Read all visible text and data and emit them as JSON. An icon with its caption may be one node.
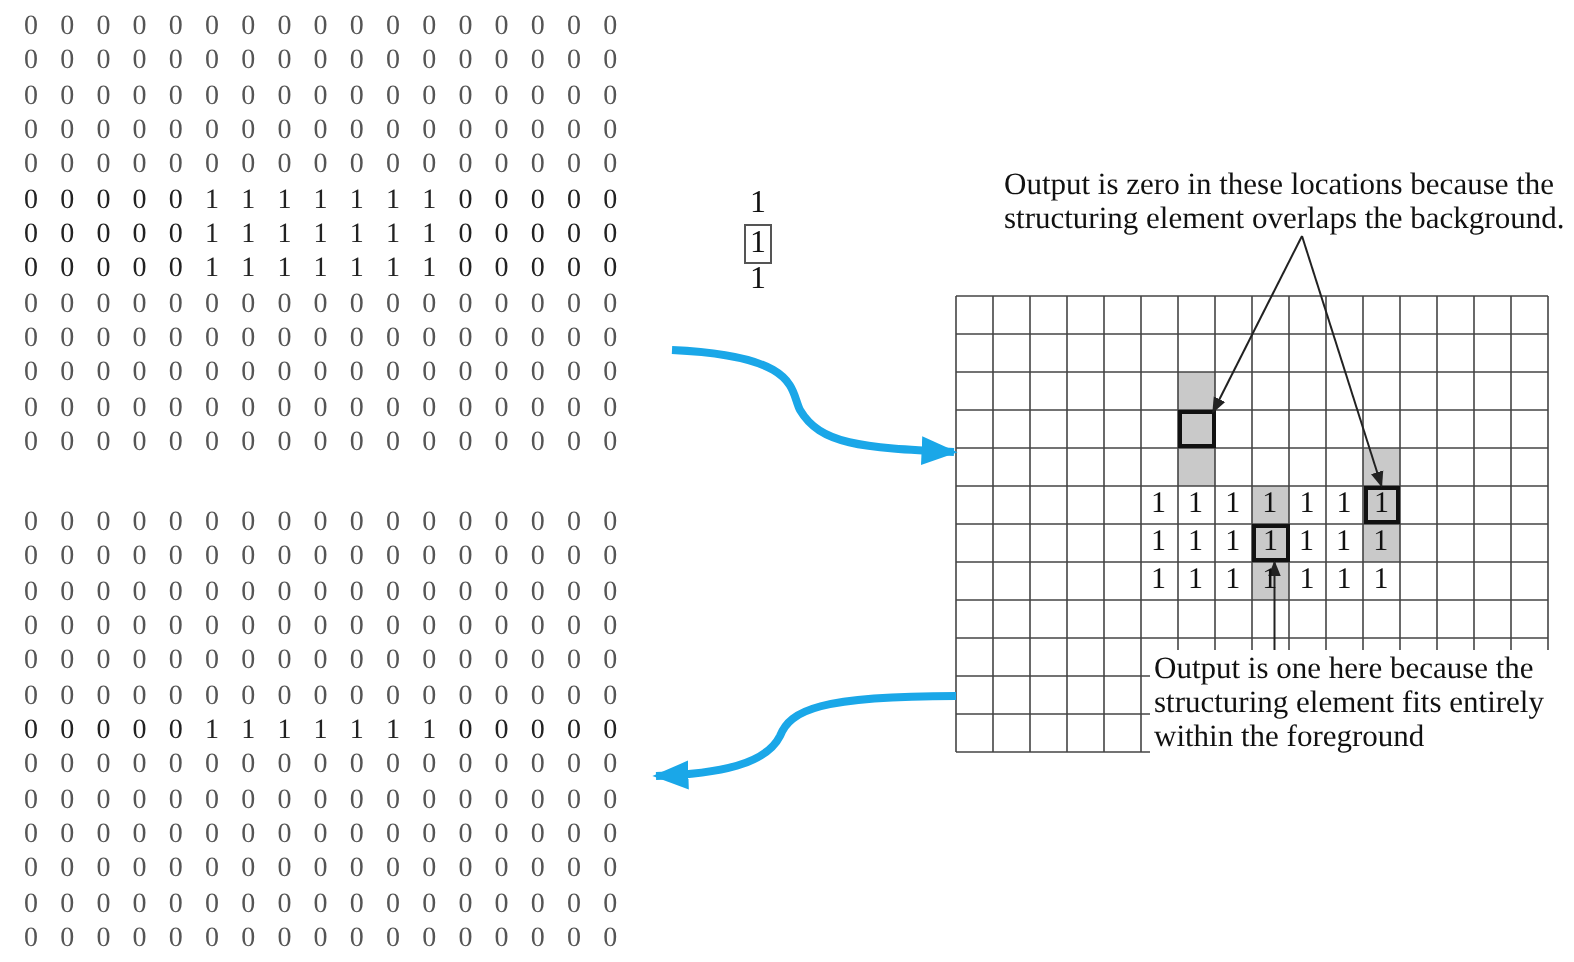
{
  "diagram": {
    "nodes": [
      {
        "text": [
          "0 0 0 0 0 0 0 0 0 0 0 0 0 0 0 0 0",
          "0 0 0 0 0 0 0 0 0 0 0 0 0 0 0 0 0",
          "0 0 0 0 0 0 0 0 0 0 0 0 0 0 0 0 0",
          "0 0 0 0 0 0 0 0 0 0 0 0 0 0 0 0 0",
          "0 0 0 0 0 0 0 0 0 0 0 0 0 0 0 0 0",
          "0 0 0 0 0 1 1 1 1 1 1 1 0 0 0 0 0",
          "0 0 0 0 0 1 1 1 1 1 1 1 0 0 0 0 0",
          "0 0 0 0 0 1 1 1 1 1 1 1 0 0 0 0 0",
          "0 0 0 0 0 0 0 0 0 0 0 0 0 0 0 0 0",
          "0 0 0 0 0 0 0 0 0 0 0 0 0 0 0 0 0",
          "0 0 0 0 0 0 0 0 0 0 0 0 0 0 0 0 0",
          "0 0 0 0 0 0 0 0 0 0 0 0 0 0 0 0 0",
          "0 0 0 0 0 0 0 0 0 0 0 0 0 0 0 0 0"
        ]
      },
      {
        "text": [
          "1 1 1 1 1 1",
          "1 1 1",
          "1 1 1",
          "1 1 1 1 1 1 1"
        ]
      },
      {
        "text": [
          "0 0 0 0 0 0 0 0 0 0 0 0 0 0 0 0 0",
          "0 0 0 0 0 0 0 0 0 0 0 0 0 0 0 0 0",
          "0 0 0 0 0 0 0 0 0 0 0 0 0 0 0 0 0",
          "0 0 0 0 0 0 0 0 0 0 0 0 0 0 0 0 0",
          "0 0 0 0 0 0 0 0 0 0 0 0 0 0 0 0 0",
          "0 0 0 0 0 0 0 0 0 0 0 0 0 0 0 0 0",
          "0 0 0 0 0 1 1 1 1 1 1 1 0 0 0 0 0",
          "0 0 0 0 0 0 0 0 0 0 0 0 0 0 0 0 0",
          "0 0 0 0 0 0 0 0 0 0 0 0 0 0 0 0 0",
          "0 0 0 0 0 0 0 0 0 0 0 0 0 0 0 0 0",
          "0 0 0 0 0 0 0 0 0 0 0 0 0 0 0 0 0",
          "0 0 0 0 0 0 0 0 0 0 0 0 0 0 0 0 0",
          "0 0 0 0 0 0 0 0 0 0 0 0 0 0 0 0 0"
        ]
      },
      {
        "text": [
          "Output is zero in these locations because the structuring element overlaps the background."
        ]
      },
      {
        "text": [],
        "shape": "box",
        "in": 1
      },
      {
        "text": [
          "1"
        ],
        "in": 1
      },
      {
        "text": [
          "1"
        ],
        "in": 1
      },
      {
        "text": [
          "Output is one here because the structuring element fits entirely within the foreground"
        ],
        "in": 1
      }
    ],
    "edges": [
      {
        "from": 0,
        "to": 1,
        "arrow": "to",
        "style": "thick",
        "color": "#1aa7e8"
      },
      {
        "from": 1,
        "to": 2,
        "arrow": "to",
        "style": "thick",
        "color": "#1aa7e8"
      },
      {
        "from": 3,
        "to": 4,
        "arrow": "to"
      },
      {
        "from": 3,
        "to": 5,
        "arrow": "to"
      },
      {
        "from": 7,
        "to": 6,
        "arrow": "to"
      }
    ],
    "labels": [
      "1",
      "1",
      "1"
    ]
  }
}
